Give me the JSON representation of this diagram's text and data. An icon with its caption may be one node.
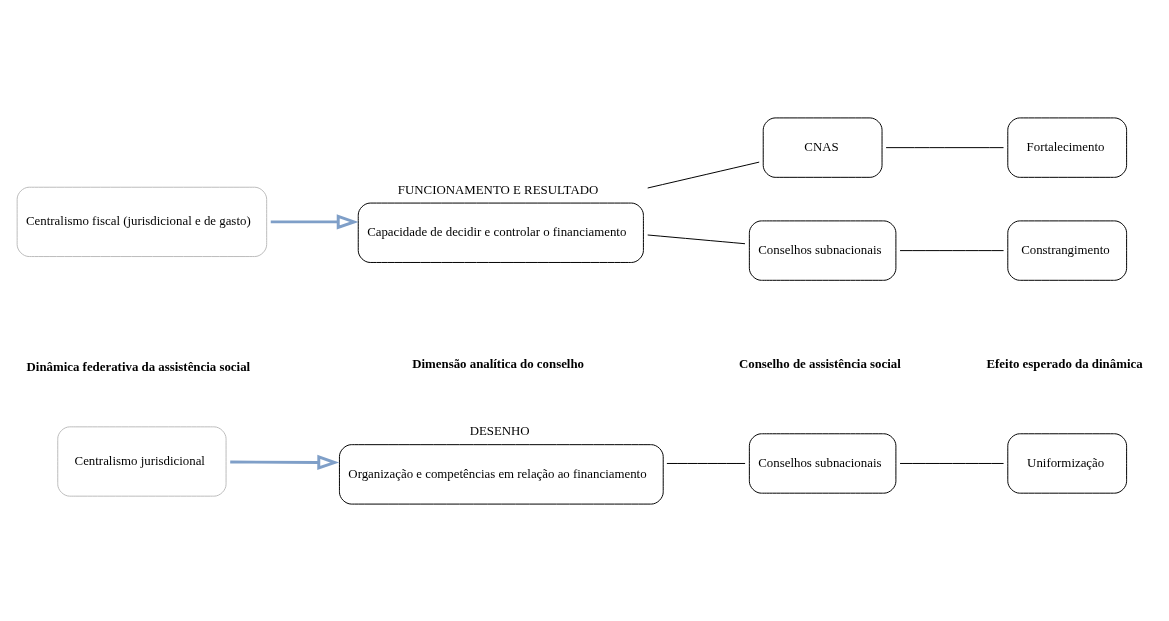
{
  "diagram": {
    "nodes": [
      {
        "text": [
          "Centralismo jurisdicional"
        ]
      },
      {
        "text": [
          "DESENHO",
          "Organização e competências em relação ao financiamento"
        ]
      },
      {
        "text": [
          "Conselhos subnacionais"
        ]
      },
      {
        "text": [
          "Uniformização"
        ]
      },
      {
        "text": [
          "Centralismo fiscal (jurisdicional e de gasto)"
        ]
      },
      {
        "text": [
          "FUNCIONAMENTO E RESULTADO",
          "Capacidade de decidir e controlar o financiamento"
        ]
      },
      {
        "text": [
          "CNAS"
        ]
      },
      {
        "text": [
          "Fortalecimento"
        ]
      },
      {
        "text": [
          "Conselhos subnacionais"
        ]
      },
      {
        "text": [
          "Constrangimento"
        ]
      }
    ],
    "edges": [
      {
        "from": 0,
        "to": 1,
        "arrow": "to",
        "style": "thick",
        "color": "#7f9fc8"
      },
      {
        "from": 1,
        "to": 2,
        "arrow": "none"
      },
      {
        "from": 2,
        "to": 3,
        "arrow": "none"
      },
      {
        "from": 4,
        "to": 5,
        "arrow": "to",
        "style": "thick",
        "color": "#7f9fc8"
      },
      {
        "from": 5,
        "to": 6,
        "arrow": "none"
      },
      {
        "from": 5,
        "to": 8,
        "arrow": "none"
      },
      {
        "from": 6,
        "to": 7,
        "arrow": "none"
      },
      {
        "from": 8,
        "to": 9,
        "arrow": "none"
      }
    ],
    "labels": [
      "Dinâmica federativa da assistência social",
      "Dimensão analítica do conselho",
      "Conselho de assistência social",
      "Efeito esperado da dinâmica"
    ]
  }
}
